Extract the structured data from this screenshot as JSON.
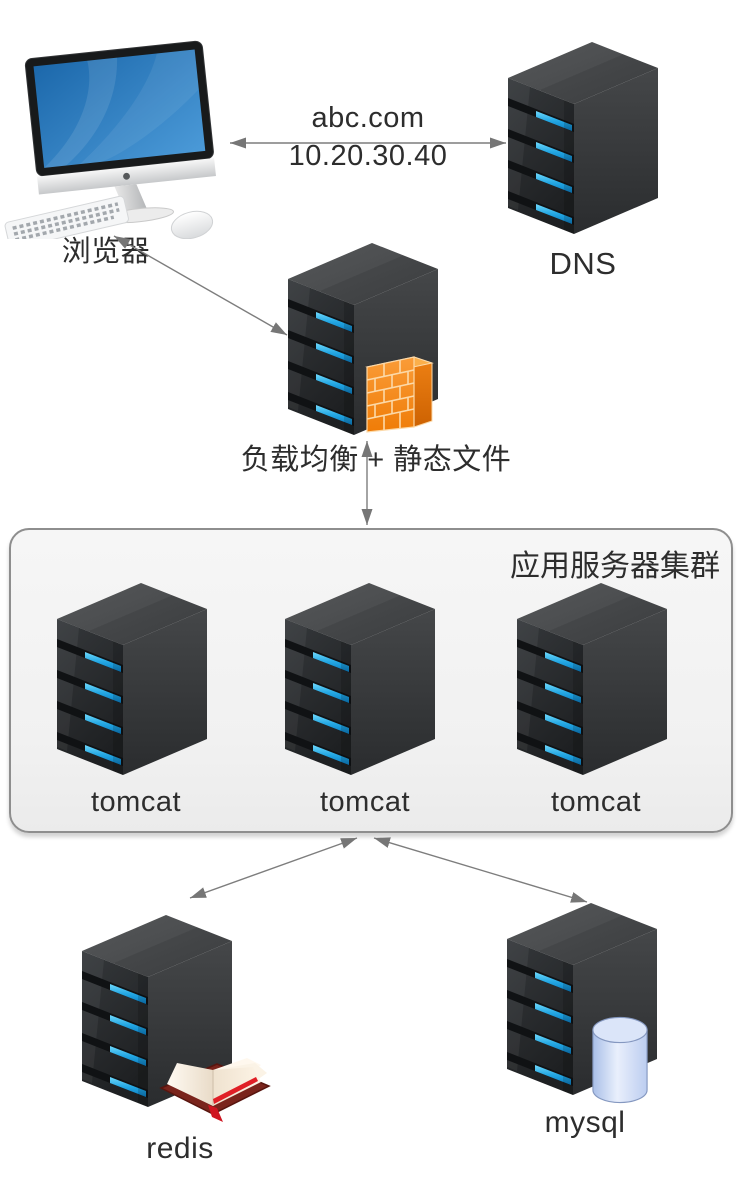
{
  "labels": {
    "domain_line1": "abc.com",
    "domain_line2": "10.20.30.40",
    "browser": "浏览器",
    "dns": "DNS",
    "load_balancer": "负载均衡 + 静态文件",
    "cluster_title": "应用服务器集群",
    "tomcat": "tomcat",
    "redis": "redis",
    "mysql": "mysql"
  },
  "nodes": [
    {
      "id": "browser",
      "label": "浏览器",
      "icon": "imac-computer"
    },
    {
      "id": "dns",
      "label": "DNS",
      "icon": "server-tower"
    },
    {
      "id": "load-balancer",
      "label": "负载均衡 + 静态文件",
      "icon": "server-tower-with-firewall"
    },
    {
      "id": "app-cluster",
      "label": "应用服务器集群",
      "contains": [
        "tomcat",
        "tomcat",
        "tomcat"
      ]
    },
    {
      "id": "redis",
      "label": "redis",
      "icon": "server-tower-with-open-book"
    },
    {
      "id": "mysql",
      "label": "mysql",
      "icon": "server-tower-with-database-cylinder"
    }
  ],
  "connections": [
    {
      "from": "browser",
      "to": "dns",
      "bidirectional": true,
      "label": "abc.com 10.20.30.40"
    },
    {
      "from": "browser",
      "to": "load-balancer",
      "bidirectional": true
    },
    {
      "from": "load-balancer",
      "to": "app-cluster",
      "bidirectional": true
    },
    {
      "from": "app-cluster",
      "to": "redis",
      "bidirectional": true
    },
    {
      "from": "app-cluster",
      "to": "mysql",
      "bidirectional": true
    }
  ],
  "colors": {
    "server_front": "#2b2e30",
    "server_side": "#3c3e40",
    "server_top": "#484a4c",
    "led_blue": "#1f9ad8",
    "firewall_orange": "#f5831f",
    "screen_blue": "#2a7fc1",
    "cylinder_blue": "#c8d6f2",
    "book_cover_red": "#7a241c",
    "arrow_gray": "#7a7a7a",
    "cluster_fill": "#f3f3f3",
    "cluster_border": "#8e8e8e",
    "text": "#2d2d2d"
  }
}
